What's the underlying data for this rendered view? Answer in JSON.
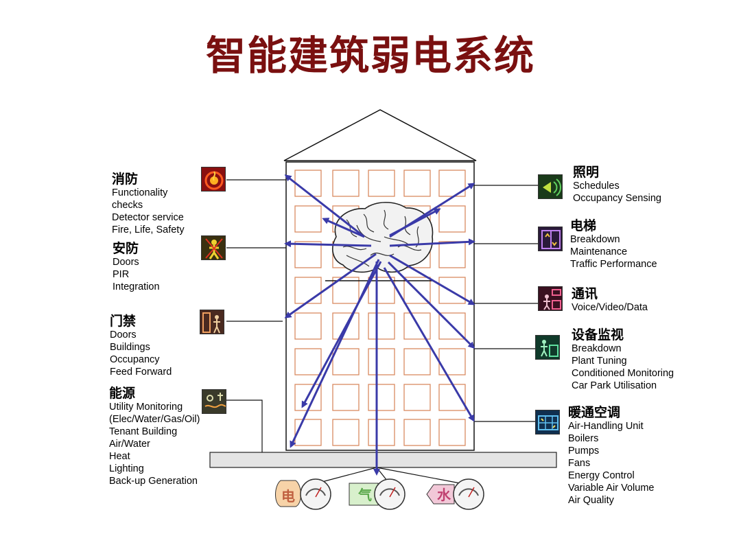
{
  "title": "智能建筑弱电系统",
  "left_groups": [
    {
      "title": "消防",
      "items": [
        "Functionality",
        "checks",
        "Detector service",
        "Fire, Life, Safety"
      ],
      "icon": "flame-icon",
      "color": "#c0201a"
    },
    {
      "title": "安防",
      "items": [
        "Doors",
        "PIR",
        "Integration"
      ],
      "icon": "intruder-icon",
      "color": "#c8a010"
    },
    {
      "title": "门禁",
      "items": [
        "Doors",
        "Buildings",
        "Occupancy",
        "Feed Forward"
      ],
      "icon": "door-access-icon",
      "color": "#d07030"
    },
    {
      "title": "能源",
      "items": [
        "Utility Monitoring",
        "(Elec/Water/Gas/Oil)",
        "Tenant Building",
        "Air/Water",
        "Heat",
        "Lighting",
        "Back-up Generation"
      ],
      "icon": "energy-icon",
      "color": "#6a6a50"
    }
  ],
  "right_groups": [
    {
      "title": "照明",
      "items": [
        "Schedules",
        "Occupancy Sensing"
      ],
      "icon": "light-sensor-icon",
      "color": "#4a9a4a"
    },
    {
      "title": "电梯",
      "items": [
        "Breakdown",
        "Maintenance",
        "Traffic Performance"
      ],
      "icon": "elevator-icon",
      "color": "#7a3aa0"
    },
    {
      "title": "通讯",
      "items": [
        "Voice/Video/Data"
      ],
      "icon": "communication-icon",
      "color": "#b0205a"
    },
    {
      "title": "设备监视",
      "items": [
        "Breakdown",
        "Plant Tuning",
        "Conditioned Monitoring",
        "Car Park Utilisation"
      ],
      "icon": "equipment-monitor-icon",
      "color": "#2a8a5a"
    },
    {
      "title": "暖通空调",
      "items": [
        "Air-Handling Unit",
        "Boilers",
        "Pumps",
        "Fans",
        "Energy Control",
        "Variable Air Volume",
        "Air Quality"
      ],
      "icon": "hvac-icon",
      "color": "#1a7ab0"
    }
  ],
  "meters": [
    {
      "label": "电",
      "shape": "jar",
      "fill": "#f7d3a8",
      "text_color": "#c06040"
    },
    {
      "label": "气",
      "shape": "rect",
      "fill": "#d8f0cc",
      "text_color": "#5aa84a"
    },
    {
      "label": "水",
      "shape": "hex",
      "fill": "#f2c8d8",
      "text_color": "#c04070"
    }
  ],
  "colors": {
    "title": "#7a1010",
    "arrow": "#3a3aa8",
    "window": "#d98a60"
  }
}
